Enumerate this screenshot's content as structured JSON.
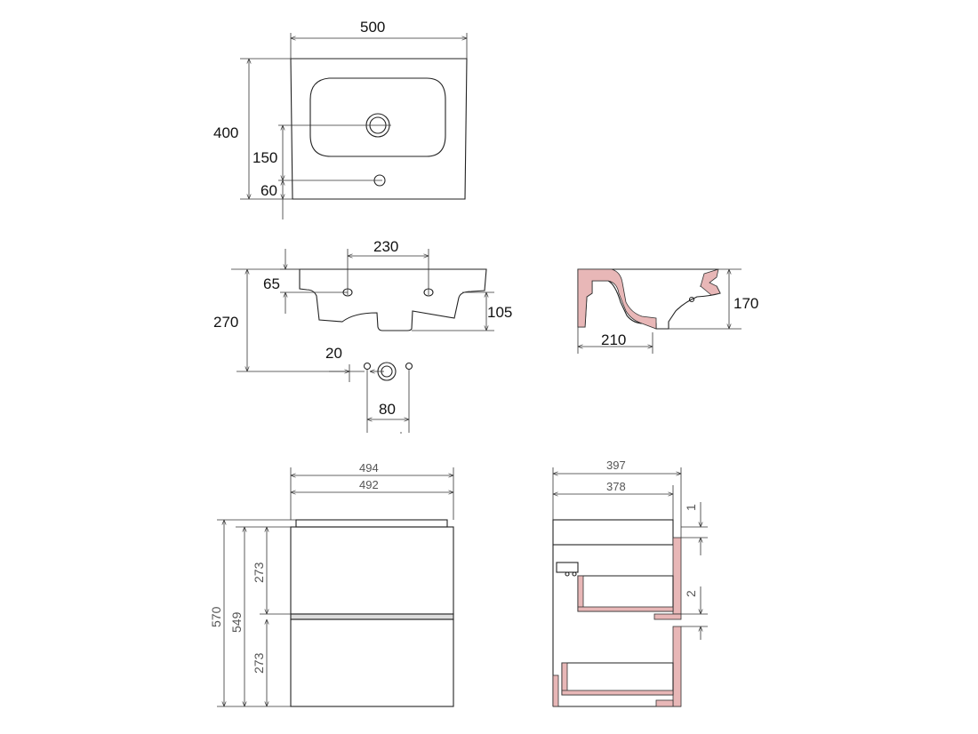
{
  "top_view": {
    "width": "500",
    "depth": "400",
    "tap_to_drain": "150",
    "drain_to_front": "60"
  },
  "front_view": {
    "hole_spacing": "230",
    "hole_height": "65",
    "height": "270",
    "bowl_depth": "105",
    "offset_small": "20",
    "offset_pipe": "80"
  },
  "side_view": {
    "height": "170",
    "depth": "210"
  },
  "cabinet_front": {
    "width_outer": "494",
    "width_inner": "492",
    "height_total": "570",
    "height_body": "549",
    "drawer_upper": "273",
    "drawer_lower": "273"
  },
  "cabinet_side": {
    "depth_outer": "397",
    "depth_inner": "378",
    "gap_top": "1",
    "gap_mid": "2"
  }
}
